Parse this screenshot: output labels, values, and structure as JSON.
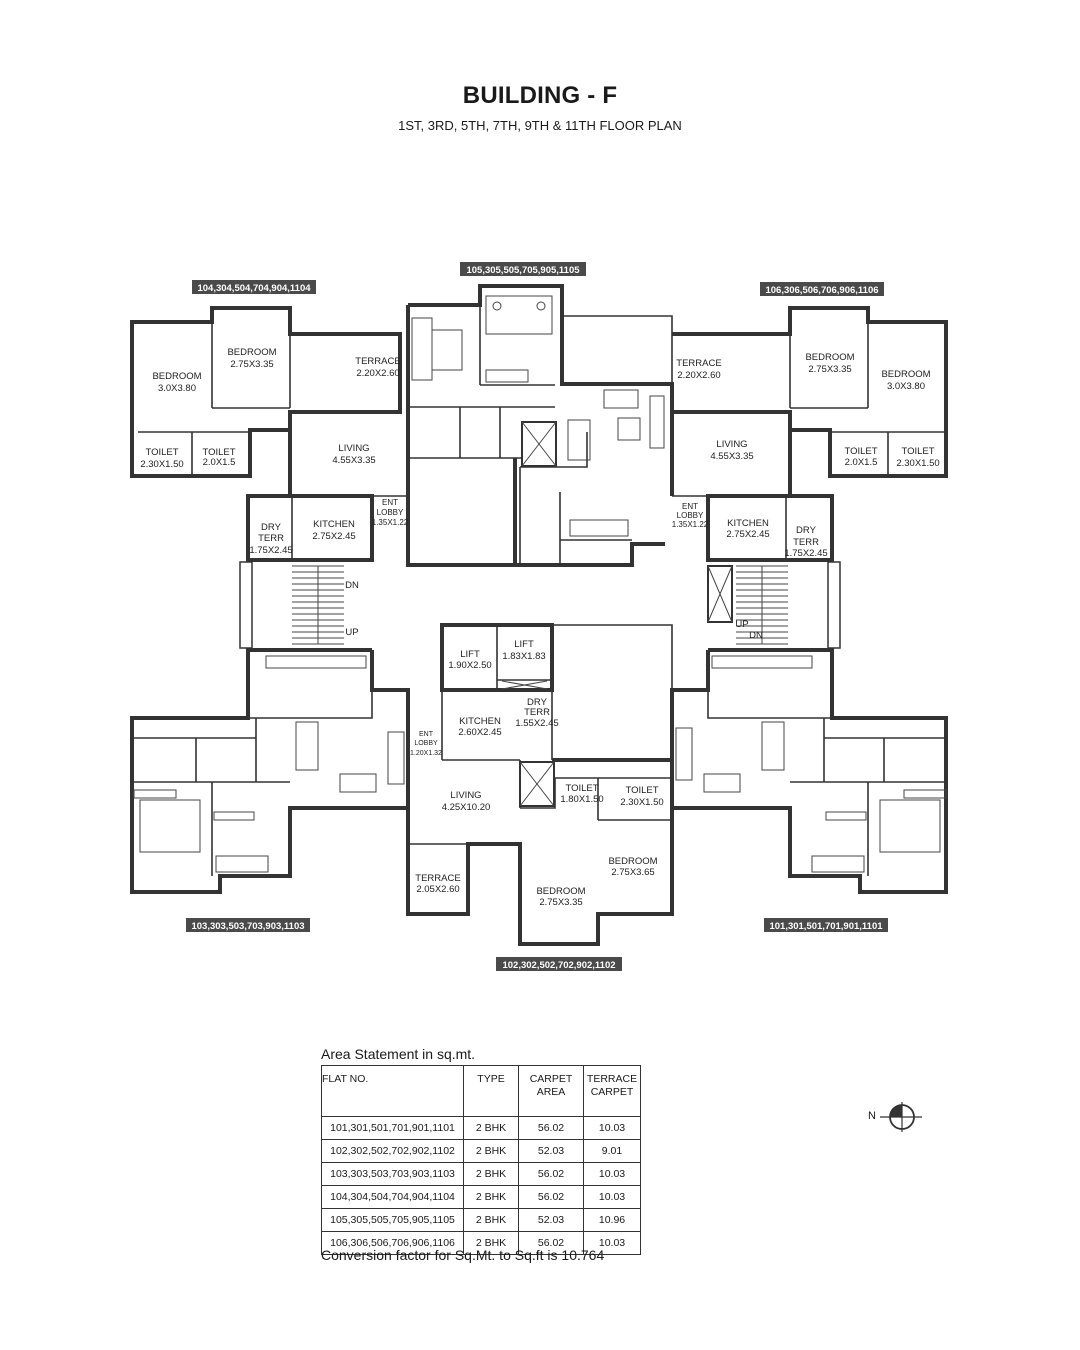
{
  "header": {
    "title": "BUILDING - F",
    "subtitle": "1ST, 3RD, 5TH, 7TH, 9TH & 11TH FLOOR PLAN"
  },
  "flat_tags": {
    "top_center": "105,305,505,705,905,1105",
    "top_left": "104,304,504,704,904,1104",
    "top_right": "106,306,506,706,906,1106",
    "bottom_left": "103,303,503,703,903,1103",
    "bottom_right": "101,301,501,701,901,1101",
    "bottom_center": "102,302,502,702,902,1102"
  },
  "rooms": {
    "tl_bedroom1_name": "BEDROOM",
    "tl_bedroom1_dim": "3.0X3.80",
    "tl_bedroom2_name": "BEDROOM",
    "tl_bedroom2_dim": "2.75X3.35",
    "tl_terrace_name": "TERRACE",
    "tl_terrace_dim": "2.20X2.60",
    "tl_toilet1_name": "TOILET",
    "tl_toilet1_dim": "2.30X1.50",
    "tl_toilet2_name": "TOILET",
    "tl_toilet2_dim": "2.0X1.5",
    "tl_living_name": "LIVING",
    "tl_living_dim": "4.55X3.35",
    "tl_dryterr_l1": "DRY",
    "tl_dryterr_l2": "TERR",
    "tl_dryterr_dim": "1.75X2.45",
    "tl_kitchen_name": "KITCHEN",
    "tl_kitchen_dim": "2.75X2.45",
    "tl_entlobby_l1": "ENT",
    "tl_entlobby_l2": "LOBBY",
    "tl_entlobby_dim": "1.35X1.22",
    "tr_terrace_name": "TERRACE",
    "tr_terrace_dim": "2.20X2.60",
    "tr_bedroom2_name": "BEDROOM",
    "tr_bedroom2_dim": "2.75X3.35",
    "tr_bedroom1_name": "BEDROOM",
    "tr_bedroom1_dim": "3.0X3.80",
    "tr_living_name": "LIVING",
    "tr_living_dim": "4.55X3.35",
    "tr_toilet2_name": "TOILET",
    "tr_toilet2_dim": "2.0X1.5",
    "tr_toilet1_name": "TOILET",
    "tr_toilet1_dim": "2.30X1.50",
    "tr_entlobby_l1": "ENT",
    "tr_entlobby_l2": "LOBBY",
    "tr_entlobby_dim": "1.35X1.22",
    "tr_kitchen_name": "KITCHEN",
    "tr_kitchen_dim": "2.75X2.45",
    "tr_dryterr_l1": "DRY",
    "tr_dryterr_l2": "TERR",
    "tr_dryterr_dim": "1.75X2.45",
    "stair_left_dn": "DN",
    "stair_left_up": "UP",
    "stair_right_up": "UP",
    "stair_right_dn": "DN",
    "lift1_name": "LIFT",
    "lift1_dim": "1.90X2.50",
    "lift2_name": "LIFT",
    "lift2_dim": "1.83X1.83",
    "c_kitchen_name": "KITCHEN",
    "c_kitchen_dim": "2.60X2.45",
    "c_dryterr_l1": "DRY",
    "c_dryterr_l2": "TERR",
    "c_dryterr_dim": "1.55X2.45",
    "c_entlobby_l1": "ENT",
    "c_entlobby_l2": "LOBBY",
    "c_entlobby_dim": "1.20X1.32",
    "c_living_name": "LIVING",
    "c_living_dim": "4.25X10.20",
    "c_toilet1_name": "TOILET",
    "c_toilet1_dim": "1.80X1.50",
    "c_toilet2_name": "TOILET",
    "c_toilet2_dim": "2.30X1.50",
    "c_terrace_name": "TERRACE",
    "c_terrace_dim": "2.05X2.60",
    "c_bedroom2_name": "BEDROOM",
    "c_bedroom2_dim": "2.75X3.65",
    "c_bedroom1_name": "BEDROOM",
    "c_bedroom1_dim": "2.75X3.35"
  },
  "area_statement": {
    "caption": "Area Statement in sq.mt.",
    "headers": {
      "flat_no": "FLAT NO.",
      "type": "TYPE",
      "carpet_l1": "CARPET",
      "carpet_l2": "AREA",
      "terrace_l1": "TERRACE",
      "terrace_l2": "CARPET"
    },
    "rows": [
      {
        "flat": "101,301,501,701,901,1101",
        "type": "2 BHK",
        "carpet": "56.02",
        "terrace": "10.03"
      },
      {
        "flat": "102,302,502,702,902,1102",
        "type": "2 BHK",
        "carpet": "52.03",
        "terrace": "9.01"
      },
      {
        "flat": "103,303,503,703,903,1103",
        "type": "2 BHK",
        "carpet": "56.02",
        "terrace": "10.03"
      },
      {
        "flat": "104,304,504,704,904,1104",
        "type": "2 BHK",
        "carpet": "56.02",
        "terrace": "10.03"
      },
      {
        "flat": "105,305,505,705,905,1105",
        "type": "2 BHK",
        "carpet": "52.03",
        "terrace": "10.96"
      },
      {
        "flat": "106,306,506,706,906,1106",
        "type": "2 BHK",
        "carpet": "56.02",
        "terrace": "10.03"
      }
    ],
    "note": "Conversion factor for Sq.Mt. to Sq.ft is 10.764"
  },
  "compass": {
    "north_label": "N"
  }
}
